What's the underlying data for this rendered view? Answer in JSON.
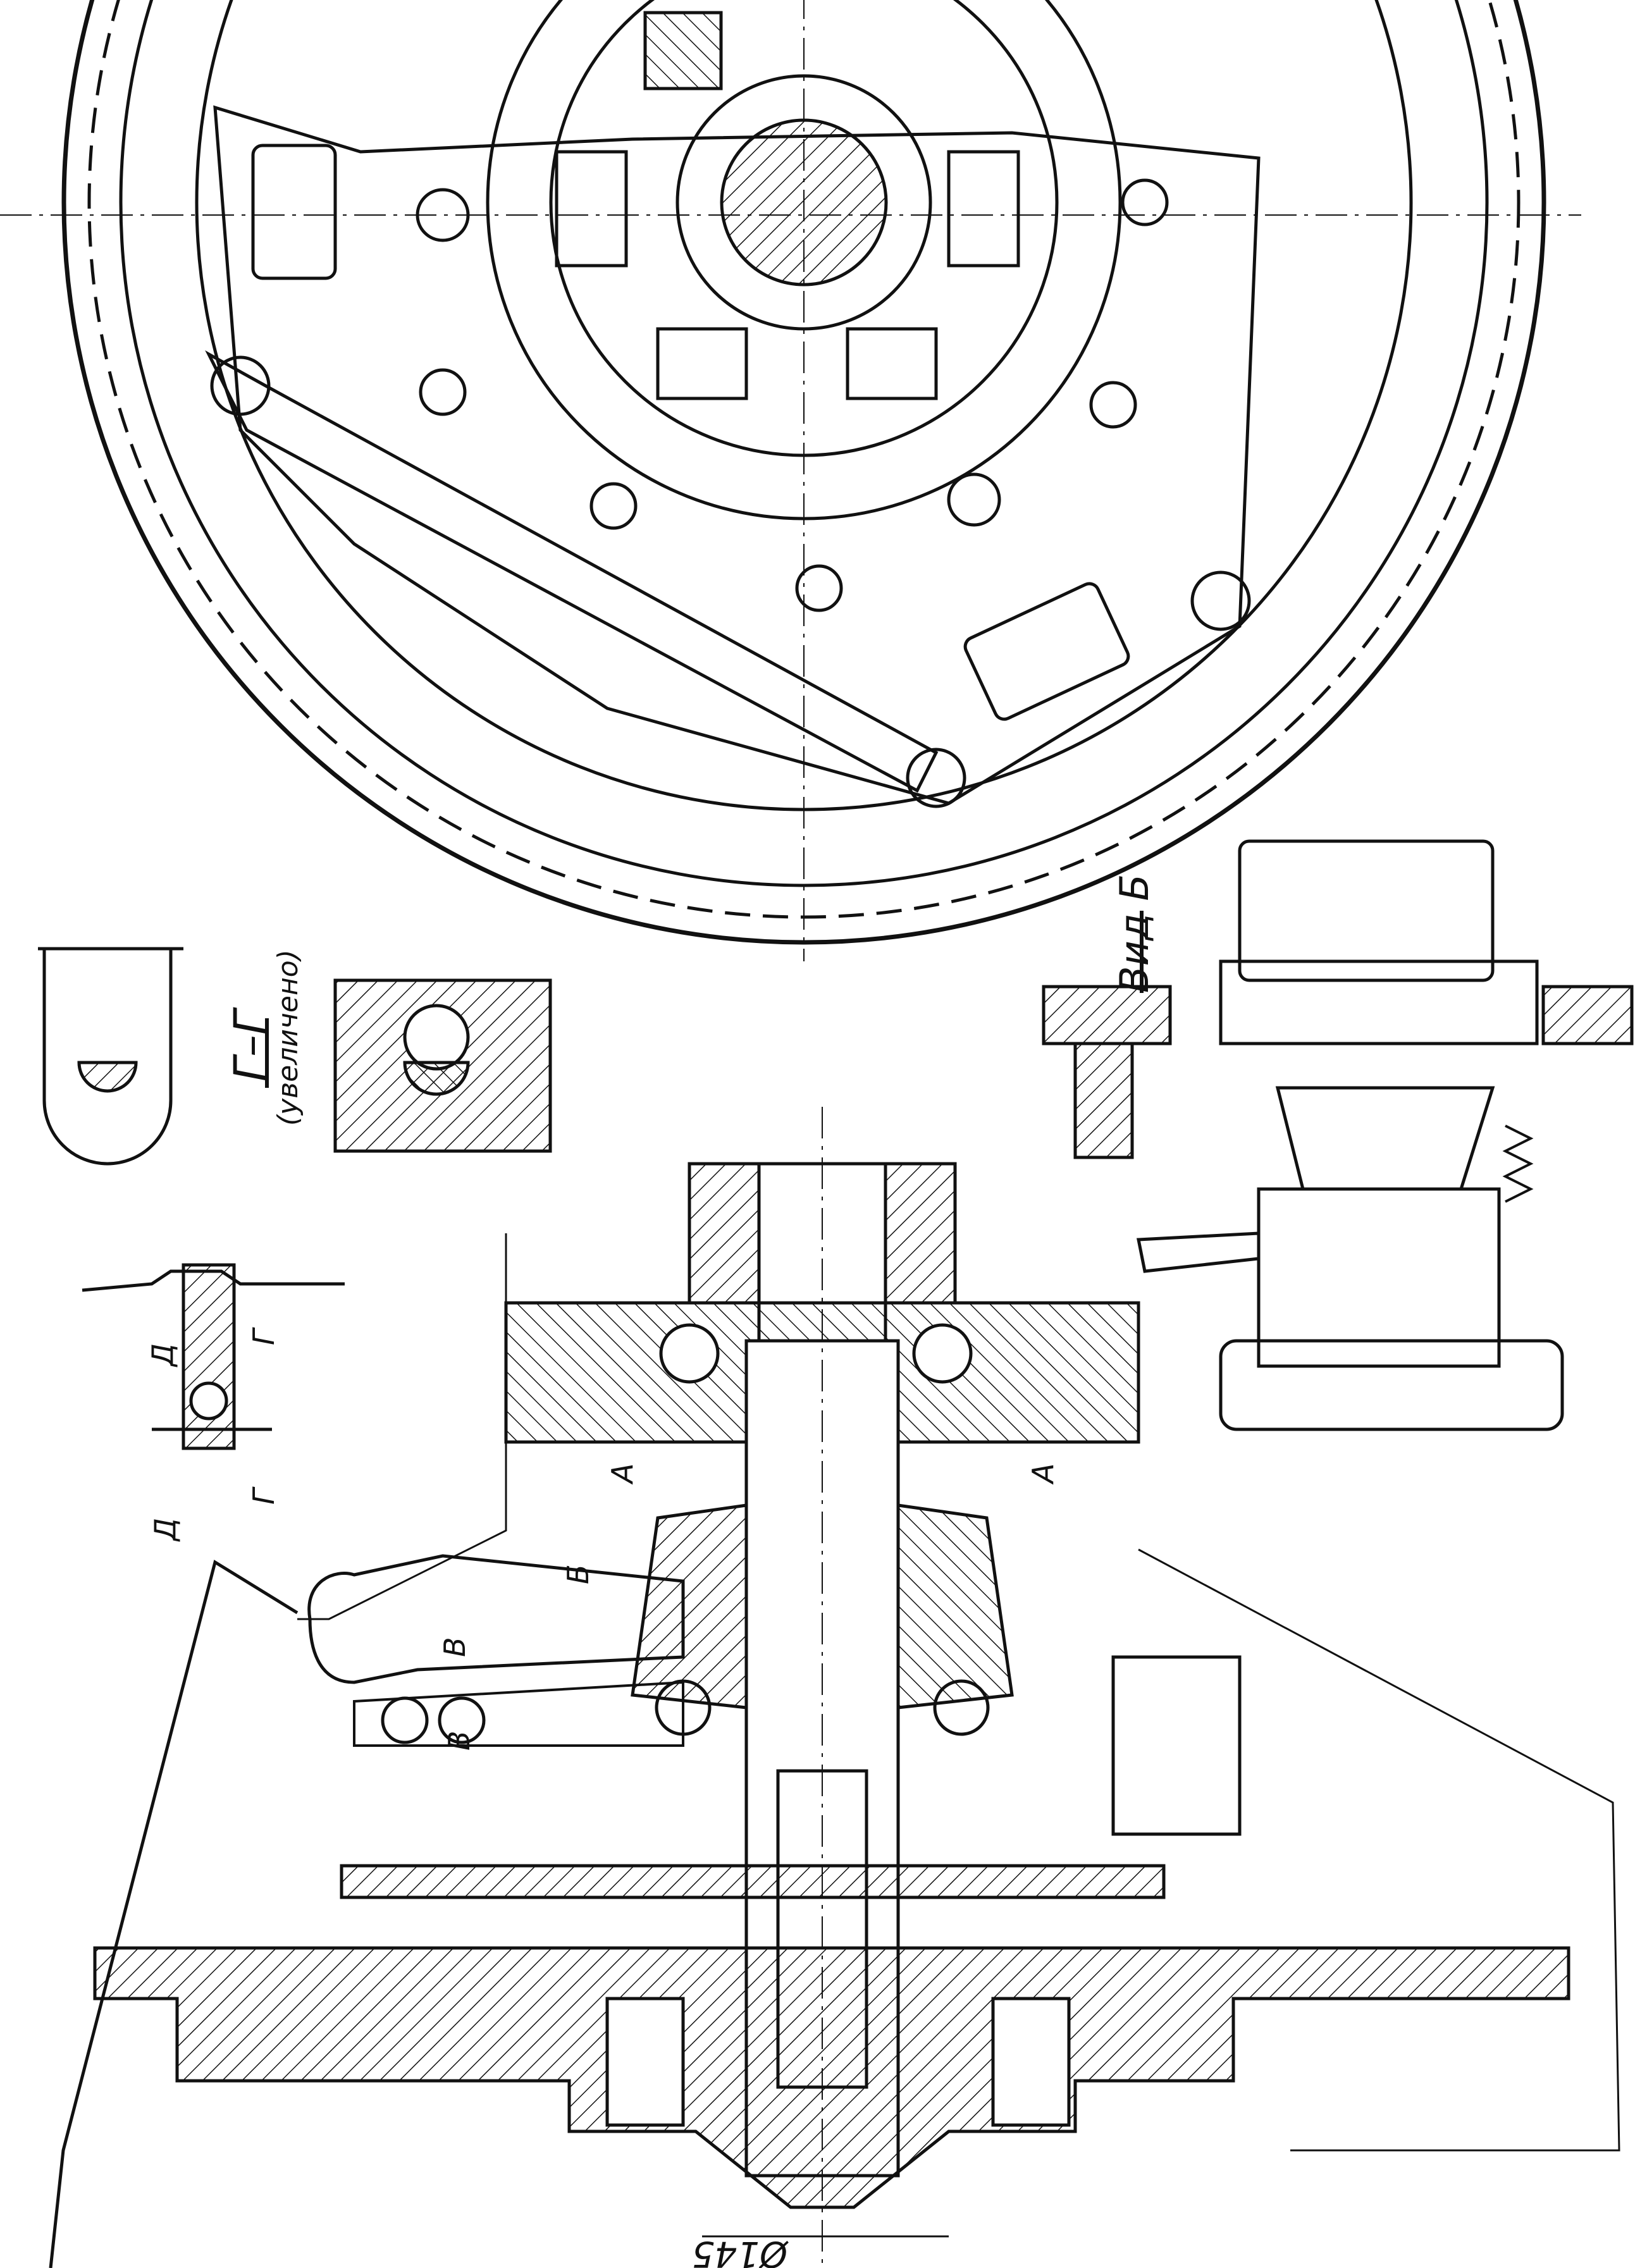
{
  "drawing": {
    "view_label": "Вид Б",
    "section_label": "Г–Г",
    "section_note": "(увеличено)",
    "dimension_diameter": "Ø145",
    "section_marks": {
      "a_left": "А",
      "a_right": "А",
      "b": "Б",
      "v_top": "В",
      "v_bottom": "В",
      "d_top": "Д",
      "g_top": "Г",
      "d_bottom": "Д",
      "g_bottom": "Г"
    },
    "colors": {
      "ink": "#111111",
      "paper": "#ffffff"
    }
  }
}
